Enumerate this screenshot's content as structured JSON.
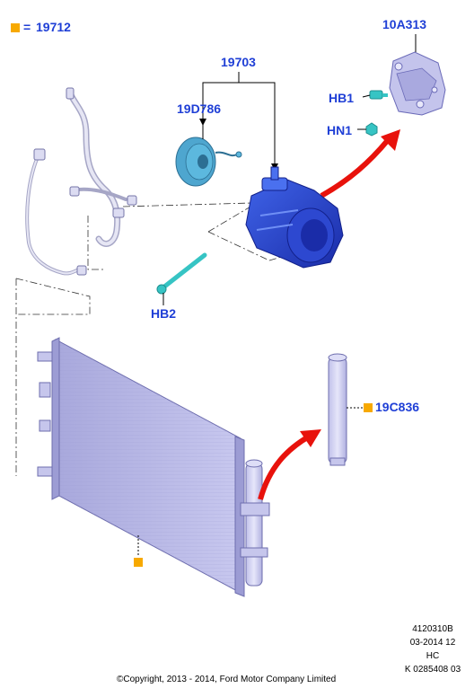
{
  "legend": {
    "eq": "=",
    "part": "19712"
  },
  "labels": {
    "bracket": "10A313",
    "compressor": "19703",
    "clutch": "19D786",
    "bolt1": "HB1",
    "nut1": "HN1",
    "bolt2": "HB2",
    "drier": "19C836"
  },
  "footer": {
    "ref": "4120310B",
    "date": "03-2014 12",
    "code": "HC",
    "doc": "K 0285408 03",
    "copyright": "©Copyright, 2013 - 2014, Ford Motor Company Limited"
  },
  "colors": {
    "label": "#1f3fd6",
    "marker": "#f7a900",
    "arrow": "#e8120c",
    "part_fill": "#b8b8e8"
  }
}
